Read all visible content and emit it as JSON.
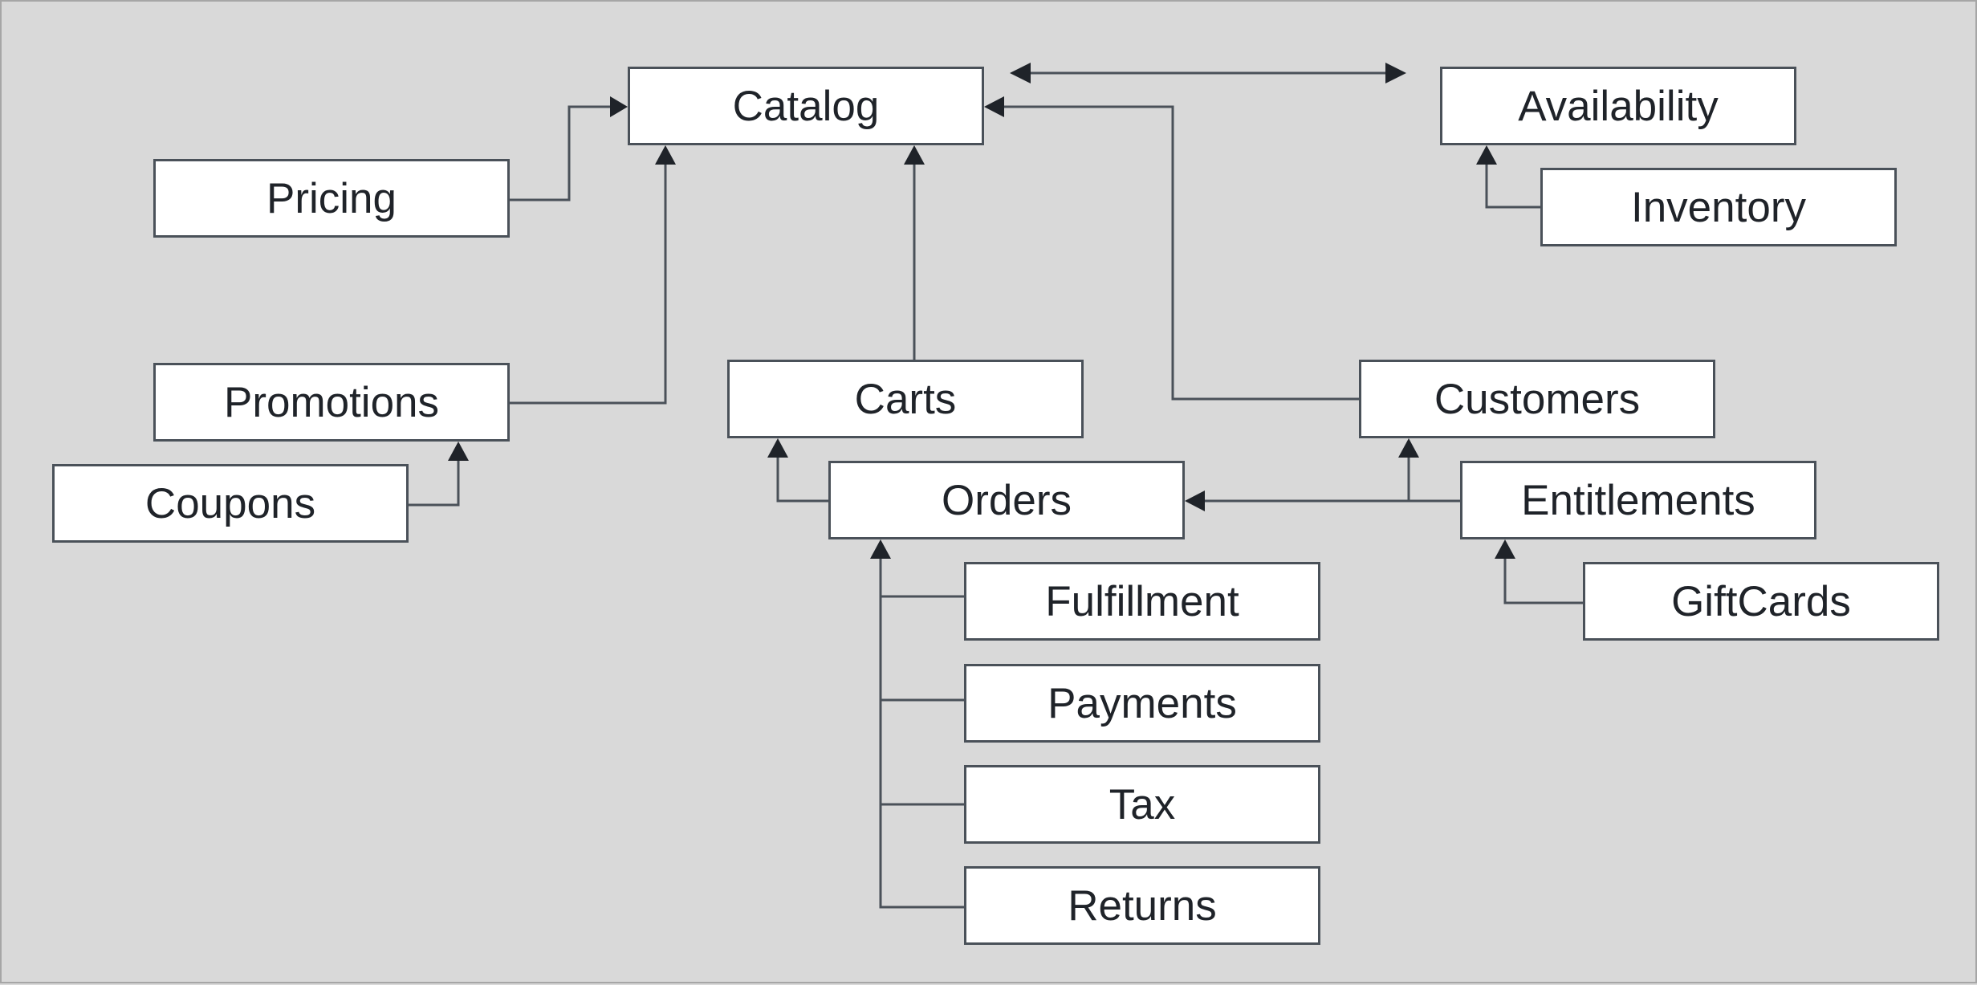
{
  "nodes": {
    "catalog": "Catalog",
    "pricing": "Pricing",
    "promotions": "Promotions",
    "coupons": "Coupons",
    "carts": "Carts",
    "orders": "Orders",
    "fulfillment": "Fulfillment",
    "payments": "Payments",
    "tax": "Tax",
    "returns": "Returns",
    "customers": "Customers",
    "entitlements": "Entitlements",
    "giftcards": "GiftCards",
    "availability": "Availability",
    "inventory": "Inventory"
  },
  "edges": [
    {
      "from": "pricing",
      "to": "catalog"
    },
    {
      "from": "promotions",
      "to": "catalog"
    },
    {
      "from": "carts",
      "to": "catalog"
    },
    {
      "from": "customers",
      "to": "catalog"
    },
    {
      "from": "coupons",
      "to": "promotions"
    },
    {
      "from": "orders",
      "to": "carts"
    },
    {
      "from": "fulfillment",
      "to": "orders"
    },
    {
      "from": "payments",
      "to": "orders"
    },
    {
      "from": "tax",
      "to": "orders"
    },
    {
      "from": "returns",
      "to": "orders"
    },
    {
      "from": "entitlements",
      "to": "customers"
    },
    {
      "from": "entitlements",
      "to": "orders"
    },
    {
      "from": "giftcards",
      "to": "entitlements"
    },
    {
      "from": "inventory",
      "to": "availability"
    },
    {
      "from": "catalog",
      "to": "availability",
      "bidirectional": true
    }
  ],
  "colors": {
    "background": "#d9d9d9",
    "node_fill": "#ffffff",
    "node_border": "#4a5159",
    "connector": "#4a5159",
    "arrowhead": "#1f2329",
    "text": "#1f2329"
  }
}
